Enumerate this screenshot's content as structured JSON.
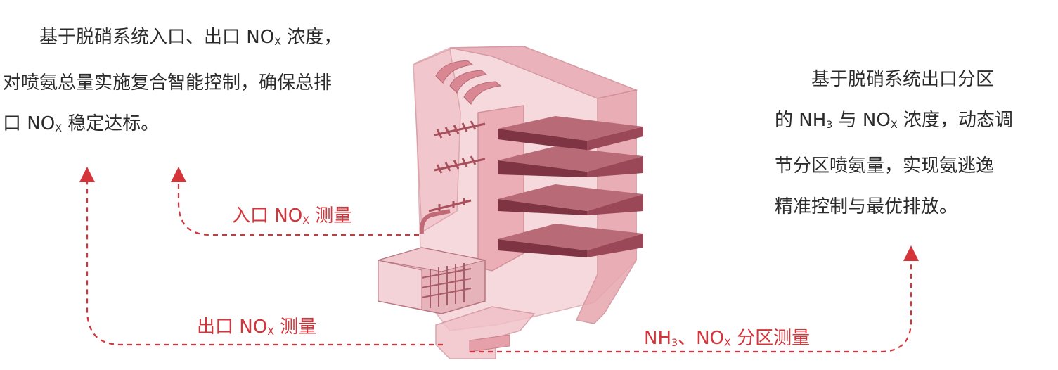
{
  "left_text": {
    "line1_a": "基于脱硝系统入口、出口 NO",
    "line1_sub": "X",
    "line1_b": " 浓度，",
    "line2": "对喷氨总量实施复合智能控制，确保总排",
    "line3_a": "口 NO",
    "line3_sub": "X",
    "line3_b": " 稳定达标。"
  },
  "right_text": {
    "line1": "基于脱硝系统出口分区",
    "line2_a": "的 NH",
    "line2_sub1": "3",
    "line2_b": " 与 NO",
    "line2_sub2": "X",
    "line2_c": " 浓度，动态调",
    "line3": "节分区喷氨量，实现氨逃逸",
    "line4": "精准控制与最优排放。"
  },
  "labels": {
    "inlet_a": "入口 NO",
    "inlet_sub": "X",
    "inlet_b": " 测量",
    "outlet_a": "出口 NO",
    "outlet_sub": "X",
    "outlet_b": " 测量",
    "zone_a": "NH",
    "zone_sub1": "3",
    "zone_b": "、NO",
    "zone_sub2": "X",
    "zone_c": " 分区测量"
  },
  "colors": {
    "accent": "#d4343a",
    "body_text": "#2b2b2b",
    "reactor_fill": "#e9a9b1",
    "catalyst_layer": "#8a3c49"
  }
}
